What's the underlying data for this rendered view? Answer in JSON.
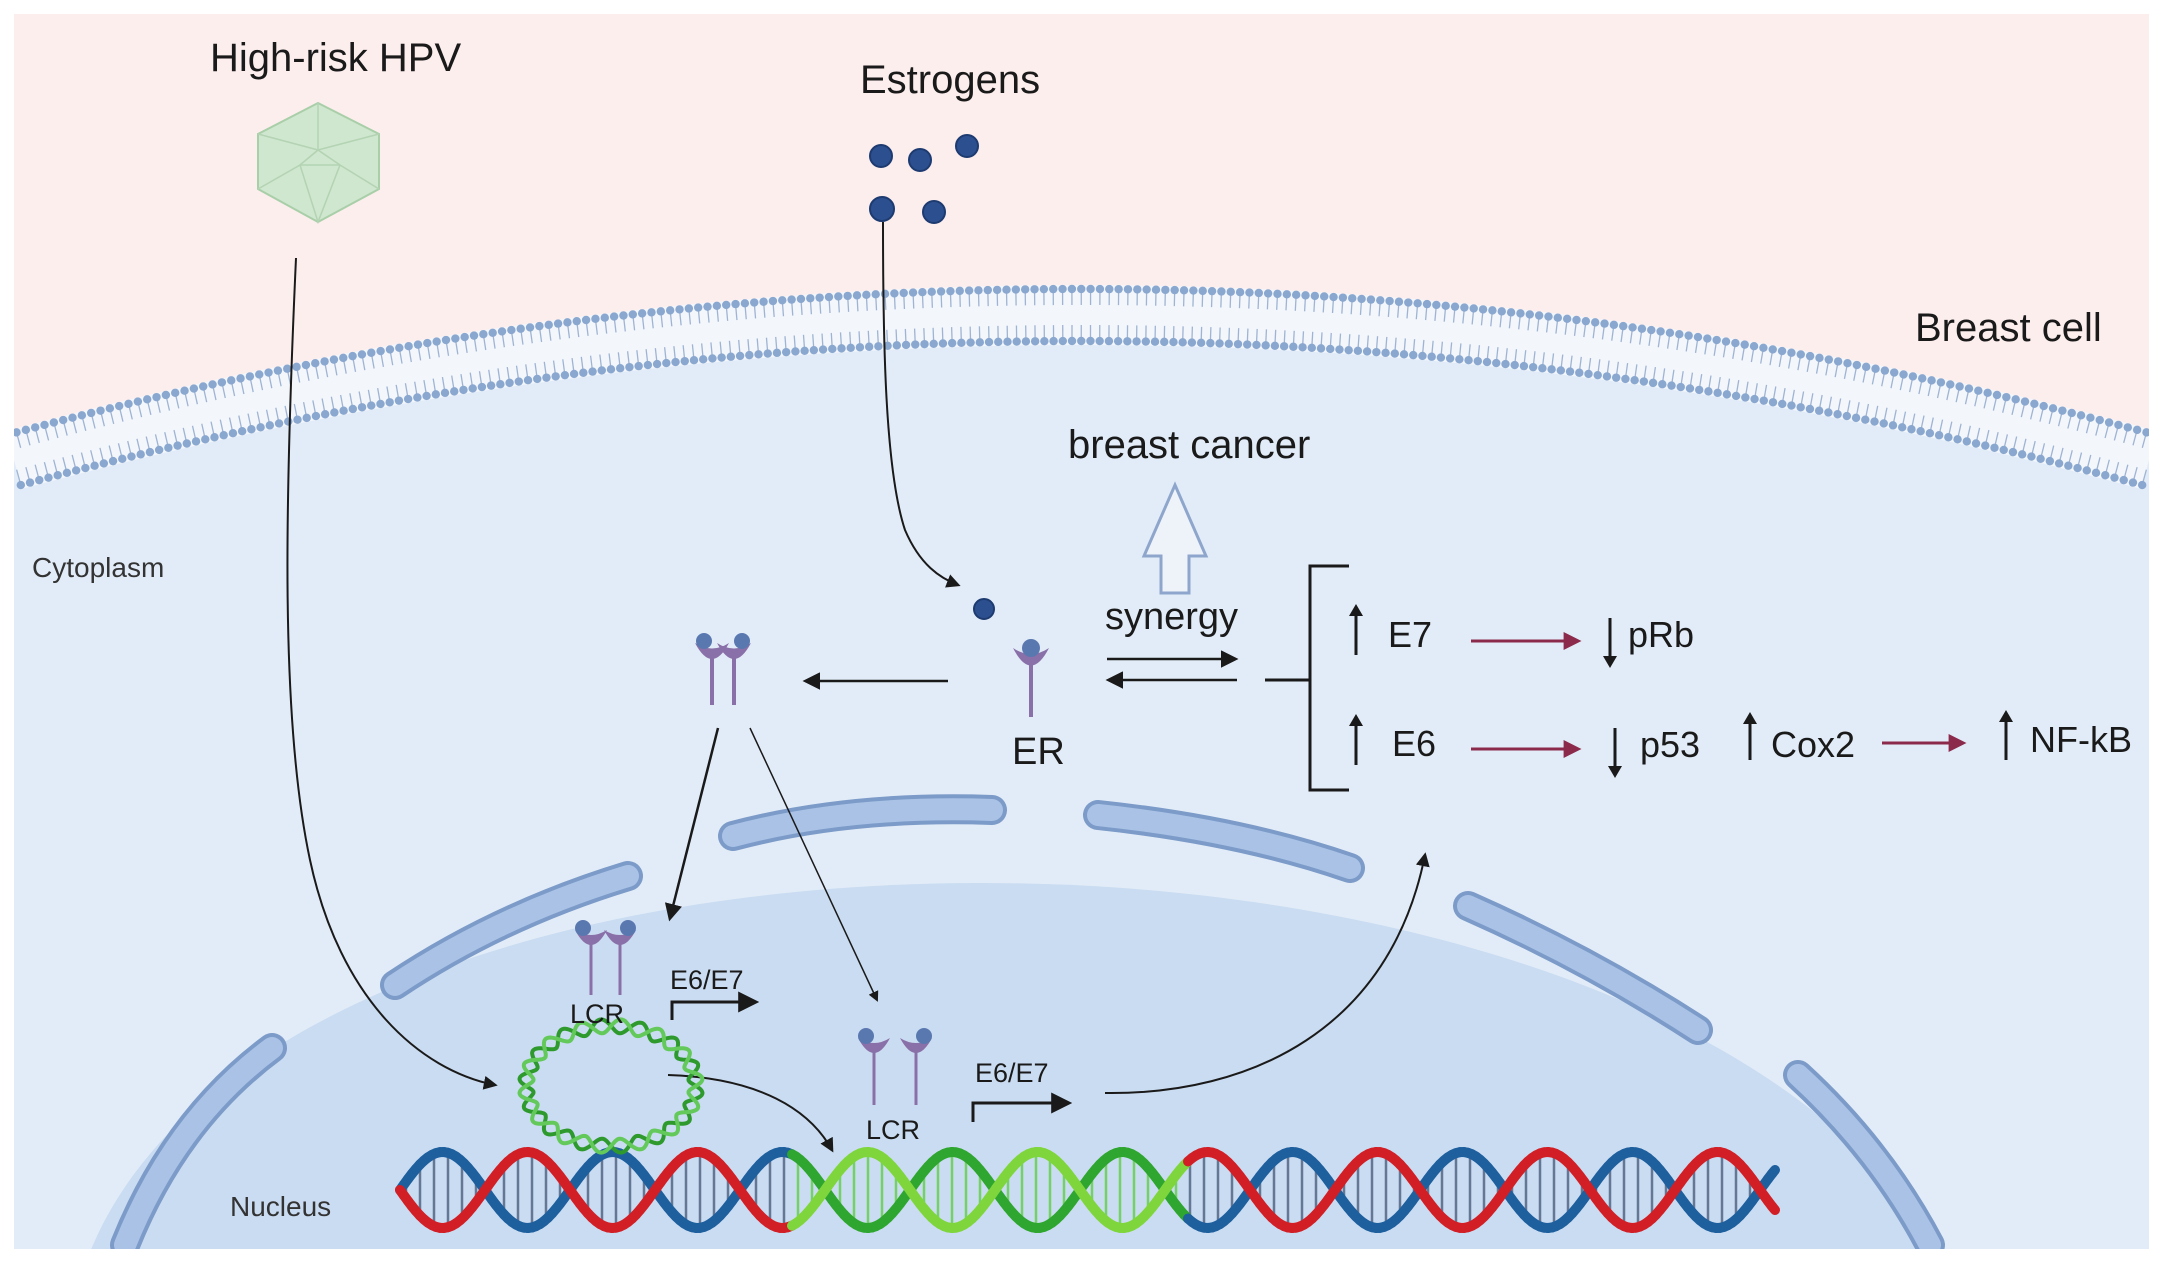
{
  "labels": {
    "hpv": "High-risk HPV",
    "estrogens": "Estrogens",
    "breast_cell": "Breast cell",
    "breast_cancer": "breast cancer",
    "cytoplasm": "Cytoplasm",
    "synergy": "synergy",
    "er": "ER",
    "nucleus": "Nucleus",
    "lcr_1": "LCR",
    "lcr_2": "LCR",
    "e6e7_1": "E6/E7",
    "e6e7_2": "E6/E7"
  },
  "effects": {
    "e7": "E7",
    "e6": "E6",
    "prb": "pRb",
    "p53": "p53",
    "cox2": "Cox2",
    "nfkb": "NF-kB"
  },
  "colors": {
    "outside": "#fdeeee",
    "cytoplasm": "#e2ecf8",
    "nucleus": "#c9dcf2",
    "membrane_head": "#8aa8cf",
    "envelope": "#9db8de",
    "estrogen": "#2c4f8f",
    "receptor": "#8a70a8",
    "dna_red": "#d21f26",
    "dna_blue": "#1e5f9e",
    "dna_green": "#3cb43c",
    "red_arrow": "#8c2a4c",
    "capsid": "#cfe6cf"
  }
}
